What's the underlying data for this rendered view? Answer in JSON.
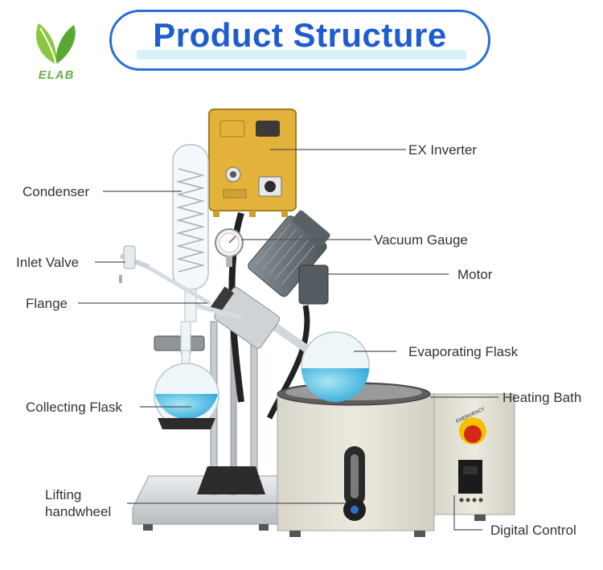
{
  "brand": {
    "logo_text": "ELAB"
  },
  "title": "Product Structure",
  "labels": {
    "ex_inverter": "EX Inverter",
    "condenser": "Condenser",
    "vacuum_gauge": "Vacuum Gauge",
    "inlet_valve": "Inlet Valve",
    "motor": "Motor",
    "flange": "Flange",
    "evaporating_flask": "Evaporating Flask",
    "collecting_flask": "Collecting Flask",
    "heating_bath": "Heating Bath",
    "lifting_handwheel_line1": "Lifting",
    "lifting_handwheel_line2": "handwheel",
    "digital_control": "Digital Control",
    "emergency_button": "EMERGENCY"
  },
  "colors": {
    "title_blue": "#1e5dd0",
    "logo_green": "#6ab04c",
    "inverter_yellow": "#e2b23a",
    "liquid_blue": "#5cc4e6",
    "bath_body": "#e4e1d6",
    "motor_gray": "#6c747a",
    "emergency_red": "#d8261c"
  }
}
